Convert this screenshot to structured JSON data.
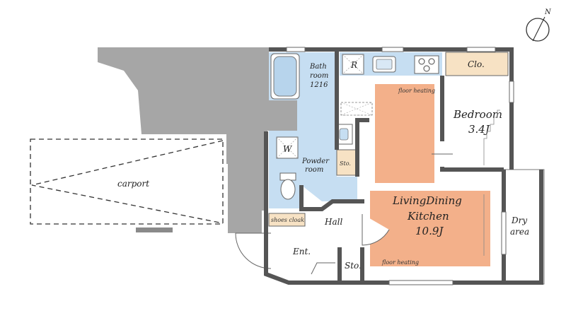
{
  "compass": {
    "label": "N"
  },
  "carport": {
    "label": "carport"
  },
  "bath": {
    "line1": "Bath",
    "line2": "room",
    "line3": "1216"
  },
  "fridge": {
    "label": "R"
  },
  "closet": {
    "label": "Clo."
  },
  "bedroom": {
    "name": "Bedroom",
    "size": "3.4J"
  },
  "powder": {
    "line1": "Powder",
    "line2": "room",
    "washer": "W"
  },
  "storage_upper": {
    "label": "Sto."
  },
  "storage_lower": {
    "label": "Sto."
  },
  "shoes": {
    "label": "shoes cloak"
  },
  "hall": {
    "label": "Hall"
  },
  "entrance": {
    "label": "Ent."
  },
  "ldk": {
    "line1": "LivingDining",
    "line2": "Kitchen",
    "size": "10.9J"
  },
  "dry_area": {
    "line1": "Dry",
    "line2": "area"
  },
  "heating": {
    "upper": "floor heating",
    "lower": "floor heating"
  },
  "colors": {
    "shared_wall": "#a6a6a6",
    "wet_area": "#c6def2",
    "heated_floor": "#f3b08a",
    "closet": "#f7e2c4",
    "wall": "#555555"
  }
}
